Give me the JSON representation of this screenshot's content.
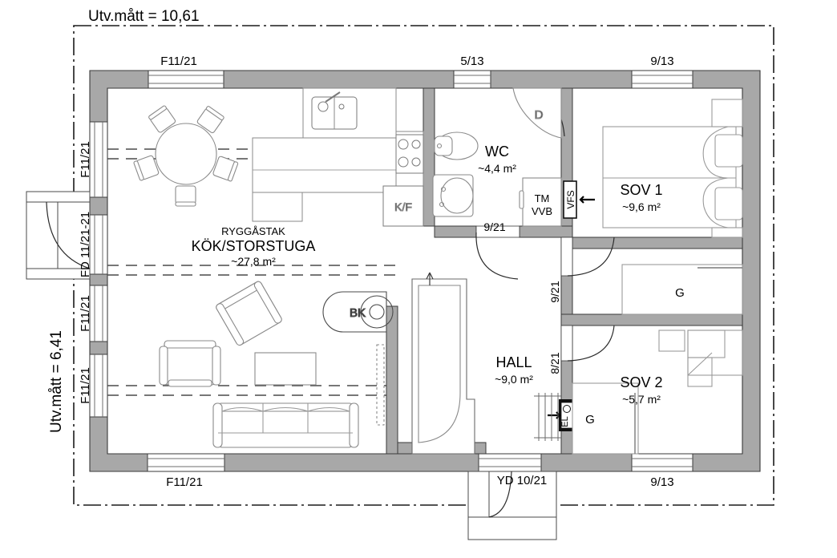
{
  "drawing": {
    "type": "floor-plan",
    "title_dimension_top": "Utv.mått = 10,61",
    "title_dimension_left": "Utv.mått = 6,41",
    "units": "m",
    "colors": {
      "wall_fill": "#a8a8a8",
      "wall_stroke": "#3a3a3a",
      "furniture_stroke": "#888888",
      "text": "#000000",
      "boundary": "#1a1a1a",
      "background": "#ffffff"
    }
  },
  "rooms": [
    {
      "id": "kok",
      "name": "KÖK/STORSTUGA",
      "area": "~27,8 m²",
      "note": "RYGGÅSTAK"
    },
    {
      "id": "wc",
      "name": "WC",
      "area": "~4,4 m²",
      "note": ""
    },
    {
      "id": "sov1",
      "name": "SOV 1",
      "area": "~9,6 m²",
      "note": ""
    },
    {
      "id": "hall",
      "name": "HALL",
      "area": "~9,0 m²",
      "note": ""
    },
    {
      "id": "sov2",
      "name": "SOV 2",
      "area": "~5,7 m²",
      "note": ""
    }
  ],
  "fixtures": [
    {
      "id": "kf",
      "label": "K/F",
      "meaning": "kyl-frys"
    },
    {
      "id": "tm",
      "label": "TM",
      "meaning": "tvattmaskin"
    },
    {
      "id": "vvb",
      "label": "VVB",
      "meaning": "varmvattenberedare"
    },
    {
      "id": "d",
      "label": "D",
      "meaning": "dusch"
    },
    {
      "id": "bk",
      "label": "BK",
      "meaning": "braskamin"
    },
    {
      "id": "vfs",
      "label": "VFS",
      "meaning": "vaggforlagd-sakring"
    },
    {
      "id": "el",
      "label": "EL",
      "meaning": "elcentral"
    },
    {
      "id": "g1",
      "label": "G",
      "meaning": "garderob"
    },
    {
      "id": "g2",
      "label": "G",
      "meaning": "garderob"
    }
  ],
  "openings": {
    "top": [
      {
        "id": "w-top-1",
        "label": "F11/21"
      },
      {
        "id": "w-top-2",
        "label": "5/13"
      },
      {
        "id": "w-top-3",
        "label": "9/13"
      }
    ],
    "left": [
      {
        "id": "w-left-1",
        "label": "F11/21"
      },
      {
        "id": "d-left-fd",
        "label": "FD 11/21-21"
      },
      {
        "id": "w-left-2",
        "label": "F11/21"
      },
      {
        "id": "w-left-3",
        "label": "F11/21"
      }
    ],
    "bottom": [
      {
        "id": "w-bot-1",
        "label": "F11/21"
      },
      {
        "id": "d-bot-yd",
        "label": "YD 10/21"
      },
      {
        "id": "w-bot-2",
        "label": "9/13"
      }
    ],
    "interior": [
      {
        "id": "d-wc",
        "label": "9/21"
      },
      {
        "id": "d-sov1",
        "label": "9/21"
      },
      {
        "id": "d-sov2",
        "label": "8/21"
      }
    ]
  }
}
